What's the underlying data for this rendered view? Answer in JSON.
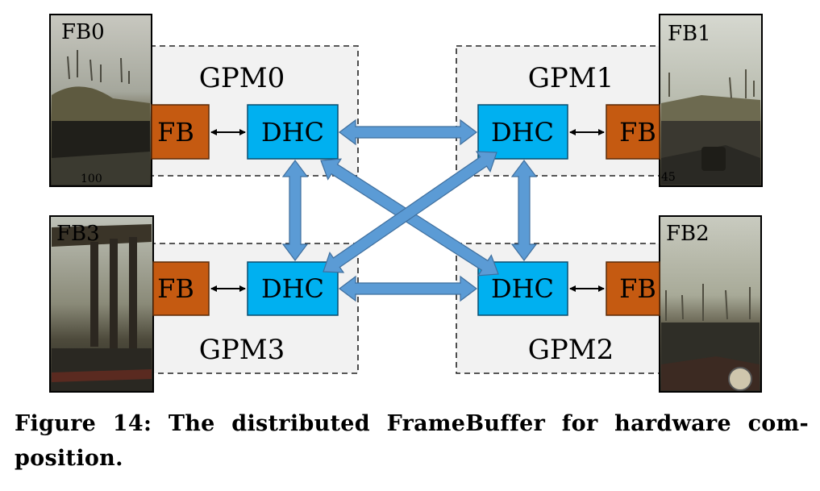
{
  "diagram": {
    "gpms": [
      {
        "id": "gpm0",
        "label": "GPM0",
        "fb": "FB",
        "dhc": "DHC",
        "image_label": "FB0",
        "hud": "100"
      },
      {
        "id": "gpm1",
        "label": "GPM1",
        "fb": "FB",
        "dhc": "DHC",
        "image_label": "FB1",
        "hud": "45"
      },
      {
        "id": "gpm2",
        "label": "GPM2",
        "fb": "FB",
        "dhc": "DHC",
        "image_label": "FB2",
        "hud": ""
      },
      {
        "id": "gpm3",
        "label": "GPM3",
        "fb": "FB",
        "dhc": "DHC",
        "image_label": "FB3",
        "hud": ""
      }
    ],
    "links": [
      {
        "from": "gpm0",
        "to": "gpm1",
        "kind": "bidirectional"
      },
      {
        "from": "gpm0",
        "to": "gpm3",
        "kind": "bidirectional"
      },
      {
        "from": "gpm1",
        "to": "gpm2",
        "kind": "bidirectional"
      },
      {
        "from": "gpm3",
        "to": "gpm2",
        "kind": "bidirectional"
      },
      {
        "from": "gpm0",
        "to": "gpm2",
        "kind": "bidirectional"
      },
      {
        "from": "gpm1",
        "to": "gpm3",
        "kind": "bidirectional"
      }
    ],
    "colors": {
      "fb_box": "#c55a11",
      "dhc_box": "#00b0f0",
      "gpm_region": "#f2f2f2",
      "link_arrow": "#5b9bd5"
    }
  },
  "caption": {
    "line1": "Figure 14: The distributed FrameBuffer for hardware com-",
    "line2": "position."
  }
}
